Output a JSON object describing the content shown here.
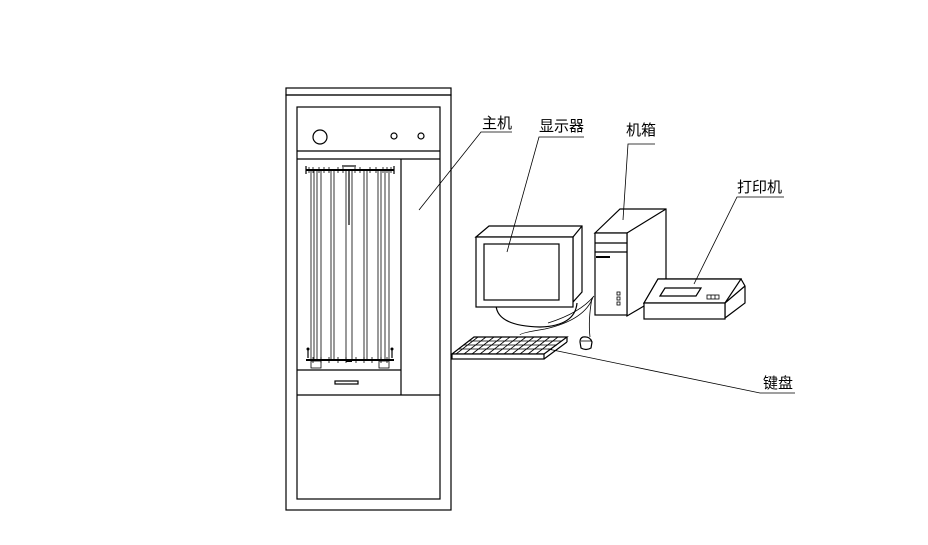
{
  "diagram": {
    "title": "",
    "labels": {
      "host": "主机",
      "monitor": "显示器",
      "case": "机箱",
      "printer": "打印机",
      "keyboard": "键盘"
    },
    "colors": {
      "line": "#000000",
      "background": "#ffffff"
    }
  }
}
